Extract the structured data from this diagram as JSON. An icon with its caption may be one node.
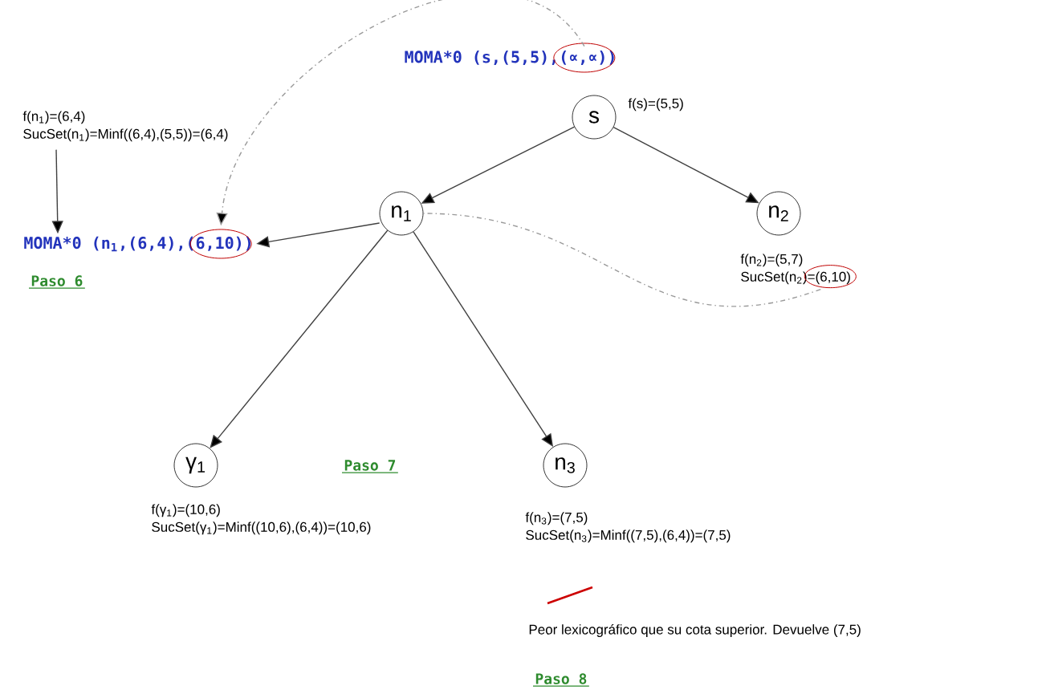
{
  "diagram": {
    "nodes": [
      {
        "text": [
          "s"
        ],
        "beside": [
          "f(s)=(5,5)"
        ]
      },
      {
        "text": [
          "n$_{1}$"
        ]
      },
      {
        "text": [
          "n$_{2}$"
        ]
      },
      {
        "text": [
          "γ$_{1}$"
        ],
        "beside": [
          "f(γ$_{1}$)=(10,6)",
          "SucSet(γ$_{1}$)=Minf((10,6),(6,4))=(10,6)"
        ]
      },
      {
        "text": [
          "n$_{3}$"
        ],
        "beside": [
          "f(n$_{3}$)=(7,5)",
          "SucSet(n$_{3}$)=Minf((7,5),(6,4))=(7,5)"
        ]
      },
      {
        "text": [
          "MOMA*0 (s,(5,5),(∝,∝))"
        ]
      },
      {
        "text": [
          "f(n$_{1}$)=(6,4)",
          "SucSet(n$_{1}$)=Minf((6,4),(5,5))=(6,4)"
        ]
      },
      {
        "text": [
          "MOMA*0 (n$_{1}$,(6,4),(6,10))"
        ]
      },
      {
        "text": [
          "f(n$_{2}$)=(5,7)",
          "SucSet(n$_{2}$)=(6,10)"
        ]
      }
    ],
    "edges": [
      {
        "from": 0,
        "to": 1,
        "arrow": "to"
      },
      {
        "from": 0,
        "to": 2,
        "arrow": "to"
      },
      {
        "from": 1,
        "to": 3,
        "arrow": "to"
      },
      {
        "from": 1,
        "to": 4,
        "arrow": "to"
      },
      {
        "from": 6,
        "to": 7,
        "arrow": "to"
      },
      {
        "from": 1,
        "to": 7,
        "arrow": "to"
      },
      {
        "from": 5,
        "to": 7,
        "arrow": "to",
        "style": "dashed",
        "color": "#999999"
      },
      {
        "from": 8,
        "to": 1,
        "arrow": "none",
        "style": "dashed",
        "color": "#999999"
      }
    ],
    "labels": [
      "Paso 6",
      "Paso 7",
      "Peor lexicográfico que su cota superior. Devuelve (7,5)",
      "Paso 8"
    ]
  }
}
